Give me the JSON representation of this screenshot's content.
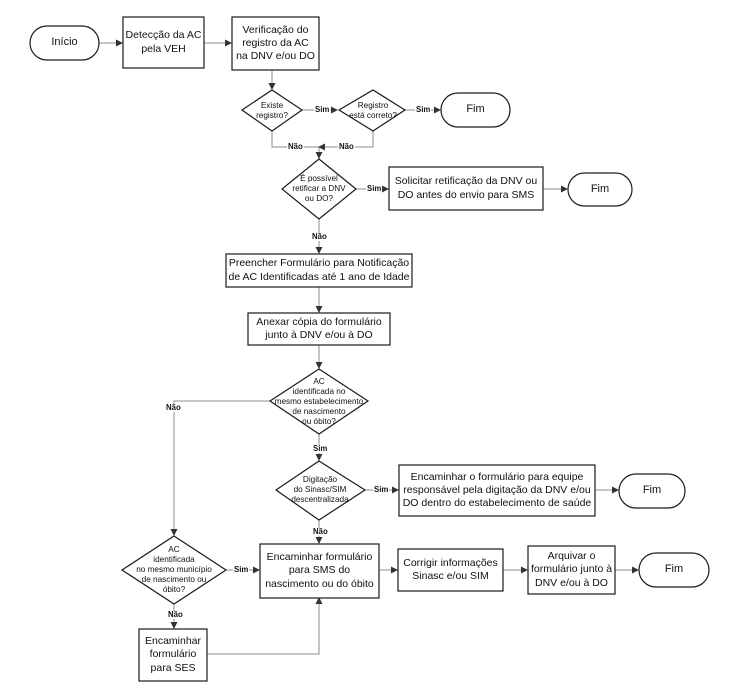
{
  "diagram": {
    "nodes": {
      "inicio": "Início",
      "deteccao": "Detecção da AC\npela VEH",
      "verificacao": "Verificação do\nregistro da AC\nna DNV e/ou DO",
      "existe": "Existe\nregistro?",
      "correto": "Registro\nestá correto?",
      "fim1": "Fim",
      "possivel": "É possível\nretificar a  DNV\nou DO?",
      "solicitar": "Solicitar retificação da DNV ou\nDO antes do envio para SMS",
      "fim2": "Fim",
      "preencher": "Preencher Formulário para Notificação\nde AC Identificadas até 1 ano de Idade",
      "anexar": "Anexar cópia do formulário\njunto à DNV e/ou à DO",
      "mesmo_estab": "AC\nidentificada no\nmesmo estabelecimento\nde nascimento\nou óbito?",
      "digitacao": "Digitação\ndo Sinasc/SIM\ndescentralizada",
      "encaminhar_equipe": "Encaminhar o formulário para equipe\nresponsável pela digitação da DNV e/ou\nDO dentro do estabelecimento de saúde",
      "fim3": "Fim",
      "mesmo_mun": "AC\nidentificada\nno mesmo município\nde nascimento ou\nóbito?",
      "encaminhar_sms": "Encaminhar formulário\npara SMS do\nnascimento ou do óbito",
      "corrigir": "Corrigir informações\nSinasc e/ou SIM",
      "arquivar": "Arquivar o\nformulário junto à\nDNV e/ou à DO",
      "fim4": "Fim",
      "encaminhar_ses": "Encaminhar\nformulário\npara SES"
    },
    "edge_labels": {
      "existe_sim": "Sim",
      "correto_sim": "Sim",
      "existe_nao": "Não",
      "correto_nao": "Não",
      "possivel_sim": "Sim",
      "possivel_nao": "Não",
      "estab_nao": "Não",
      "estab_sim": "Sim",
      "digitacao_sim": "Sim",
      "digitacao_nao": "Não",
      "mun_sim": "Sim",
      "mun_nao": "Não"
    },
    "colors": {
      "stroke": "#1a1a1a",
      "connector": "#8c8c8c",
      "fill": "#ffffff"
    }
  }
}
